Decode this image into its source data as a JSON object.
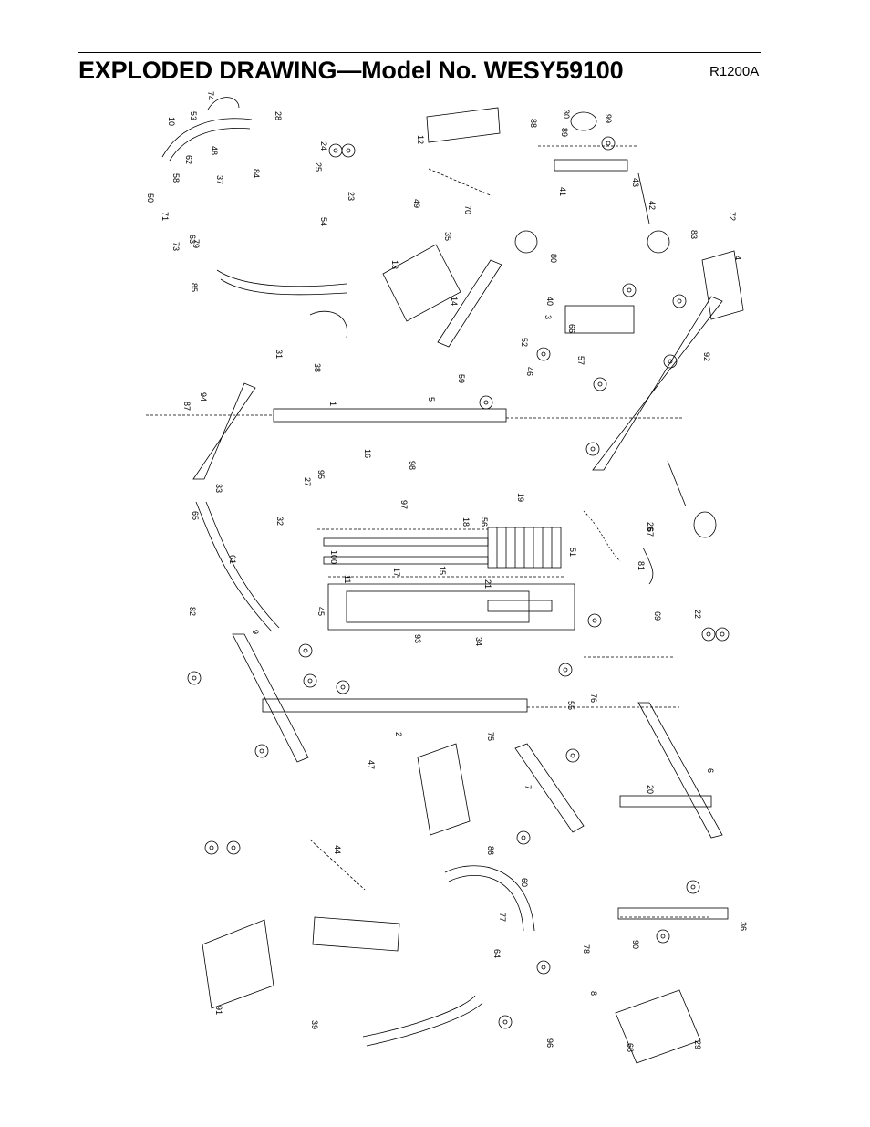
{
  "header": {
    "title": "EXPLODED DRAWING—Model No. WESY59100",
    "code": "R1200A"
  },
  "callouts": [
    {
      "n": "74"
    },
    {
      "n": "53"
    },
    {
      "n": "10"
    },
    {
      "n": "28"
    },
    {
      "n": "48"
    },
    {
      "n": "62"
    },
    {
      "n": "58"
    },
    {
      "n": "84"
    },
    {
      "n": "37"
    },
    {
      "n": "50"
    },
    {
      "n": "71"
    },
    {
      "n": "63"
    },
    {
      "n": "79"
    },
    {
      "n": "73"
    },
    {
      "n": "85"
    },
    {
      "n": "24"
    },
    {
      "n": "25"
    },
    {
      "n": "23"
    },
    {
      "n": "54"
    },
    {
      "n": "12"
    },
    {
      "n": "49"
    },
    {
      "n": "70"
    },
    {
      "n": "35"
    },
    {
      "n": "88"
    },
    {
      "n": "89"
    },
    {
      "n": "30"
    },
    {
      "n": "99"
    },
    {
      "n": "41"
    },
    {
      "n": "43"
    },
    {
      "n": "42"
    },
    {
      "n": "72"
    },
    {
      "n": "83"
    },
    {
      "n": "4"
    },
    {
      "n": "13"
    },
    {
      "n": "14"
    },
    {
      "n": "80"
    },
    {
      "n": "40"
    },
    {
      "n": "66"
    },
    {
      "n": "3"
    },
    {
      "n": "52"
    },
    {
      "n": "46"
    },
    {
      "n": "57"
    },
    {
      "n": "92"
    },
    {
      "n": "31"
    },
    {
      "n": "38"
    },
    {
      "n": "94"
    },
    {
      "n": "87"
    },
    {
      "n": "1"
    },
    {
      "n": "5"
    },
    {
      "n": "59"
    },
    {
      "n": "33"
    },
    {
      "n": "95"
    },
    {
      "n": "16"
    },
    {
      "n": "27"
    },
    {
      "n": "98"
    },
    {
      "n": "97"
    },
    {
      "n": "32"
    },
    {
      "n": "19"
    },
    {
      "n": "18"
    },
    {
      "n": "56"
    },
    {
      "n": "67"
    },
    {
      "n": "26"
    },
    {
      "n": "81"
    },
    {
      "n": "100"
    },
    {
      "n": "11"
    },
    {
      "n": "17"
    },
    {
      "n": "15"
    },
    {
      "n": "21"
    },
    {
      "n": "51"
    },
    {
      "n": "65"
    },
    {
      "n": "61"
    },
    {
      "n": "82"
    },
    {
      "n": "9"
    },
    {
      "n": "45"
    },
    {
      "n": "93"
    },
    {
      "n": "34"
    },
    {
      "n": "69"
    },
    {
      "n": "22"
    },
    {
      "n": "2"
    },
    {
      "n": "47"
    },
    {
      "n": "75"
    },
    {
      "n": "55"
    },
    {
      "n": "76"
    },
    {
      "n": "6"
    },
    {
      "n": "20"
    },
    {
      "n": "7"
    },
    {
      "n": "60"
    },
    {
      "n": "86"
    },
    {
      "n": "77"
    },
    {
      "n": "44"
    },
    {
      "n": "90"
    },
    {
      "n": "36"
    },
    {
      "n": "78"
    },
    {
      "n": "68"
    },
    {
      "n": "64"
    },
    {
      "n": "8"
    },
    {
      "n": "96"
    },
    {
      "n": "29"
    },
    {
      "n": "91"
    },
    {
      "n": "39"
    }
  ]
}
